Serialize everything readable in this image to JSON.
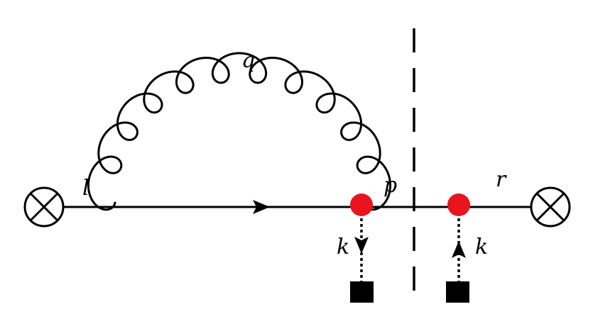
{
  "labels": {
    "q": "q",
    "l": "l",
    "p": "p",
    "r": "r",
    "k_left": "k",
    "k_right": "k"
  },
  "colors": {
    "line": "#000000",
    "vertex": "#e8141e",
    "source": "#000000",
    "background": "#ffffff"
  },
  "icons": {
    "external_vertex": "circled-times-icon",
    "source": "filled-square-icon"
  }
}
